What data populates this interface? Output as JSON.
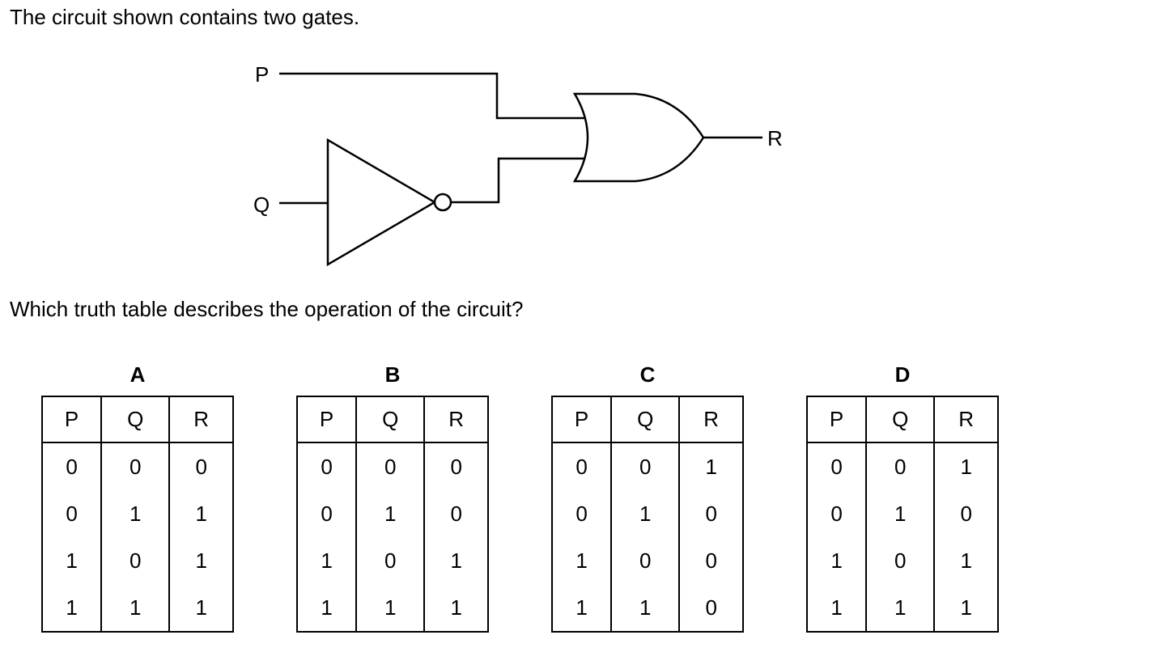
{
  "question": {
    "intro": "The circuit shown contains two gates.",
    "prompt": "Which truth table describes the operation of the circuit?"
  },
  "circuit": {
    "input_labels": [
      "P",
      "Q"
    ],
    "output_label": "R",
    "gates": [
      "NOT",
      "OR"
    ]
  },
  "options": [
    {
      "letter": "A",
      "headers": [
        "P",
        "Q",
        "R"
      ],
      "rows": [
        [
          "0",
          "0",
          "0"
        ],
        [
          "0",
          "1",
          "1"
        ],
        [
          "1",
          "0",
          "1"
        ],
        [
          "1",
          "1",
          "1"
        ]
      ]
    },
    {
      "letter": "B",
      "headers": [
        "P",
        "Q",
        "R"
      ],
      "rows": [
        [
          "0",
          "0",
          "0"
        ],
        [
          "0",
          "1",
          "0"
        ],
        [
          "1",
          "0",
          "1"
        ],
        [
          "1",
          "1",
          "1"
        ]
      ]
    },
    {
      "letter": "C",
      "headers": [
        "P",
        "Q",
        "R"
      ],
      "rows": [
        [
          "0",
          "0",
          "1"
        ],
        [
          "0",
          "1",
          "0"
        ],
        [
          "1",
          "0",
          "0"
        ],
        [
          "1",
          "1",
          "0"
        ]
      ]
    },
    {
      "letter": "D",
      "headers": [
        "P",
        "Q",
        "R"
      ],
      "rows": [
        [
          "0",
          "0",
          "1"
        ],
        [
          "0",
          "1",
          "0"
        ],
        [
          "1",
          "0",
          "1"
        ],
        [
          "1",
          "1",
          "1"
        ]
      ]
    }
  ]
}
